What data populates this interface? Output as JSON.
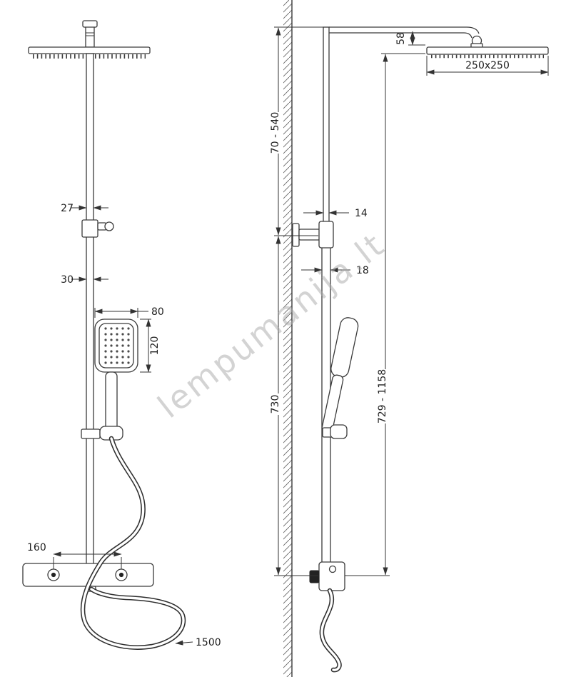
{
  "watermark": "lempumanija.lt",
  "front_view": {
    "pipe_width_upper": "27",
    "pipe_width_lower": "30",
    "handshower_width": "80",
    "handshower_height": "120",
    "inlet_spacing": "160",
    "hose_length": "1500"
  },
  "side_view": {
    "head_drop": "58",
    "head_size": "250x250",
    "upper_adjust_range": "70 - 540",
    "pipe_depth_upper": "14",
    "pipe_depth_lower": "18",
    "lower_height": "730",
    "overall_range": "729 - 1158"
  }
}
